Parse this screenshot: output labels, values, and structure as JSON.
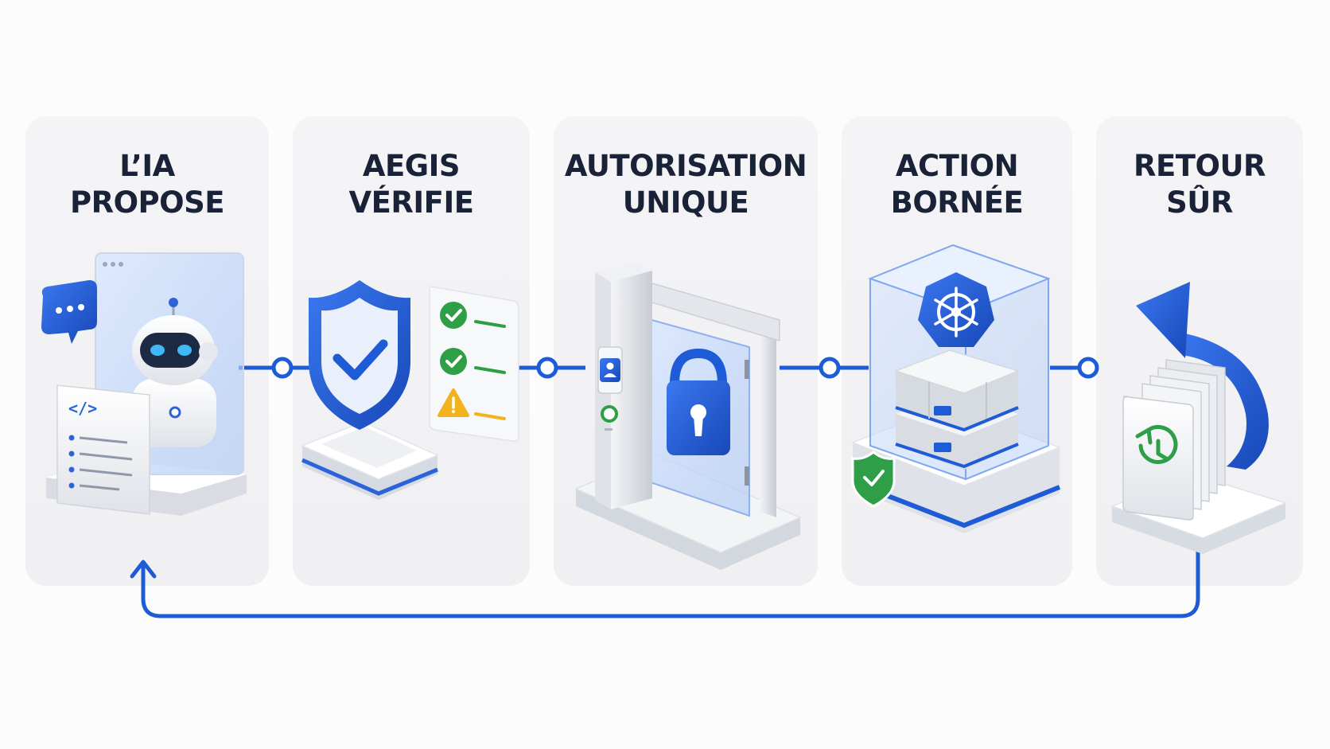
{
  "steps": [
    {
      "id": "ai-propose",
      "line1": "L’IA",
      "line2": "PROPOSE"
    },
    {
      "id": "aegis-verify",
      "line1": "AEGIS",
      "line2": "VÉRIFIE"
    },
    {
      "id": "authorization",
      "line1": "AUTORISATION",
      "line2": "UNIQUE"
    },
    {
      "id": "bounded-action",
      "line1": "ACTION",
      "line2": "BORNÉE"
    },
    {
      "id": "safe-return",
      "line1": "RETOUR",
      "line2": "SÛR"
    }
  ],
  "icons": {
    "step1": [
      "chat-bubble-icon",
      "robot-icon",
      "code-document-icon"
    ],
    "step2": [
      "shield-check-icon",
      "checklist-icon",
      "warning-icon"
    ],
    "step3": [
      "gate-icon",
      "padlock-icon",
      "badge-reader-icon"
    ],
    "step4": [
      "glass-cube-icon",
      "kubernetes-wheel-icon",
      "server-blocks-icon",
      "shield-check-icon"
    ],
    "step5": [
      "undo-arrow-icon",
      "history-stack-icon"
    ]
  },
  "colors": {
    "accent": "#1e5bd6",
    "title": "#1a2238",
    "card_bg": "#f2f2f4",
    "success": "#2e9e47",
    "warning": "#f2b21b"
  }
}
